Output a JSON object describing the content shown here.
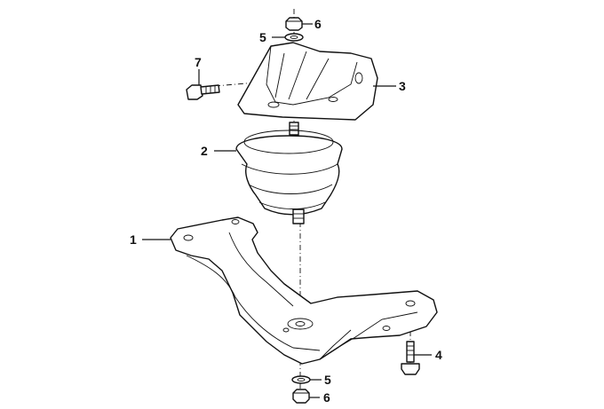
{
  "callouts": [
    {
      "id": "c1",
      "label": "1"
    },
    {
      "id": "c2",
      "label": "2"
    },
    {
      "id": "c3",
      "label": "3"
    },
    {
      "id": "c4",
      "label": "4"
    },
    {
      "id": "c5a",
      "label": "5"
    },
    {
      "id": "c5b",
      "label": "5"
    },
    {
      "id": "c6a",
      "label": "6"
    },
    {
      "id": "c6b",
      "label": "6"
    },
    {
      "id": "c7",
      "label": "7"
    }
  ],
  "colors": {
    "ink": "#111111",
    "paper": "#ffffff"
  }
}
